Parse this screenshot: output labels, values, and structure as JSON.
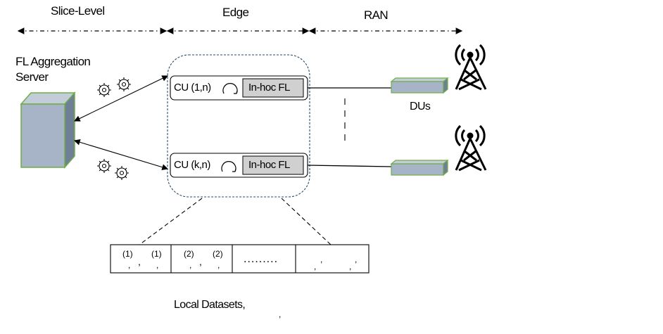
{
  "headers": {
    "slice": "Slice-Level",
    "edge": "Edge",
    "ran": "RAN"
  },
  "server": {
    "label_line1": "FL Aggregation",
    "label_line2": "Server"
  },
  "cus": [
    {
      "label": "CU (1,n)",
      "fl": "In-hoc FL"
    },
    {
      "label": "CU (k,n)",
      "fl": "In-hoc FL"
    }
  ],
  "dus_label": "DUs",
  "datasets": {
    "cells": [
      {
        "sup1": "(1)",
        "sup2": "(1)",
        "sub": ",",
        "sub2": ","
      },
      {
        "sup1": "(2)",
        "sup2": "(2)",
        "sub": ",",
        "sub2": ","
      },
      {
        "dots": "........."
      },
      {
        "sup1": ",",
        "sup2": ",",
        "sub": ",",
        "sub2": ","
      }
    ],
    "caption": "Local Datasets,",
    "caption_mark": ","
  },
  "colors": {
    "server_face": "#a7b3c6",
    "server_side": "#6f7f97",
    "server_edge": "#70ad47",
    "fl_box": "#d0d0d0",
    "edge_border": "#2f4a6d"
  }
}
